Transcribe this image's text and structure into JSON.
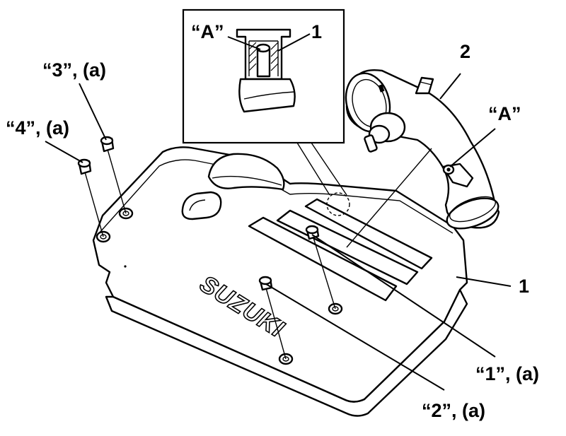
{
  "brand_text": "SUZUKI",
  "callouts": {
    "detail_a": "“A”",
    "detail_a_part": "1",
    "hose": "2",
    "hose_a": "“A”",
    "cover": "1",
    "bolt_1": "“1”, (a)",
    "bolt_2": "“2”, (a)",
    "bolt_3": "“3”, (a)",
    "bolt_4": "“4”, (a)"
  }
}
